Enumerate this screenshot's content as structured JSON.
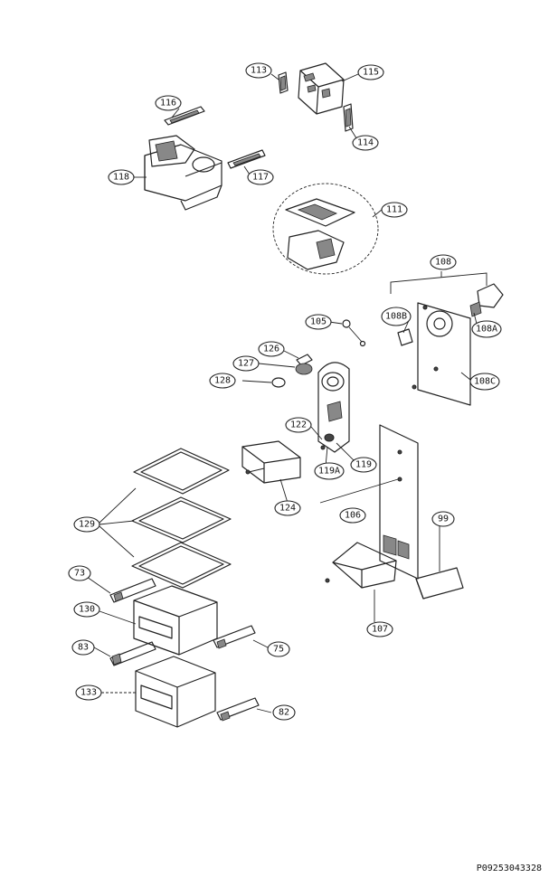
{
  "callouts": {
    "c113": "113",
    "c115": "115",
    "c116": "116",
    "c114": "114",
    "c118": "118",
    "c117": "117",
    "c111": "111",
    "c108": "108",
    "c108b": "108B",
    "c108a": "108A",
    "c105": "105",
    "c126": "126",
    "c127": "127",
    "c128": "128",
    "c108c": "108C",
    "c122": "122",
    "c119": "119",
    "c119a": "119A",
    "c124": "124",
    "c129": "129",
    "c106": "106",
    "c99": "99",
    "c73": "73",
    "c130": "130",
    "c107": "107",
    "c83": "83",
    "c75": "75",
    "c133": "133",
    "c82": "82"
  },
  "document_id": "P09253043328"
}
